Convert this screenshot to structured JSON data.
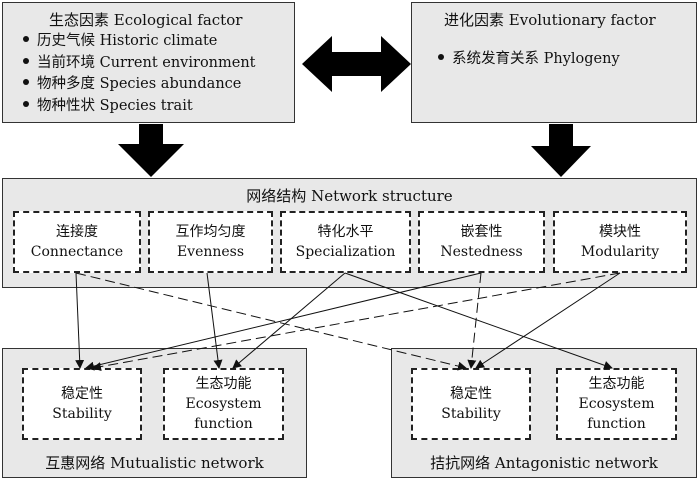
{
  "ecological": {
    "title": "生态因素 Ecological factor",
    "items": [
      {
        "label": "历史气候 Historic climate"
      },
      {
        "label": "当前环境 Current environment"
      },
      {
        "label": "物种多度 Species abundance"
      },
      {
        "label": "物种性状 Species trait"
      }
    ]
  },
  "evolutionary": {
    "title": "进化因素 Evolutionary factor",
    "items": [
      {
        "label": "系统发育关系 Phylogeny"
      }
    ]
  },
  "network": {
    "title": "网络结构 Network structure",
    "metrics": [
      {
        "zh": "连接度",
        "en": "Connectance"
      },
      {
        "zh": "互作均匀度",
        "en": "Evenness"
      },
      {
        "zh": "特化水平",
        "en": "Specialization"
      },
      {
        "zh": "嵌套性",
        "en": "Nestedness"
      },
      {
        "zh": "模块性",
        "en": "Modularity"
      }
    ]
  },
  "mutualistic": {
    "title": "互惠网络 Mutualistic network",
    "stability": {
      "zh": "稳定性",
      "en": "Stability"
    },
    "function": {
      "zh": "生态功能",
      "en1": "Ecosystem",
      "en2": "function"
    }
  },
  "antagonistic": {
    "title": "拮抗网络 Antagonistic network",
    "stability": {
      "zh": "稳定性",
      "en": "Stability"
    },
    "function": {
      "zh": "生态功能",
      "en1": "Ecosystem",
      "en2": "function"
    }
  }
}
